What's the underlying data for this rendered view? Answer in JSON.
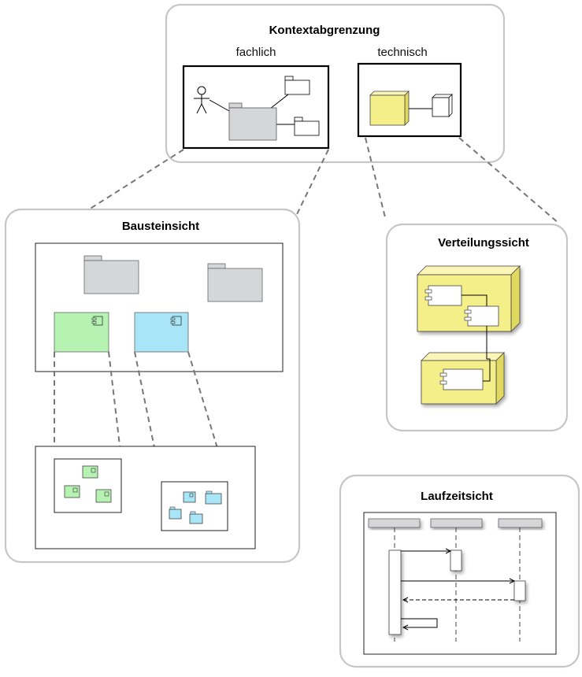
{
  "context": {
    "title": "Kontextabgrenzung",
    "functional_label": "fachlich",
    "technical_label": "technisch"
  },
  "building_block": {
    "title": "Bausteinsicht"
  },
  "deployment": {
    "title": "Verteilungssicht"
  },
  "runtime": {
    "title": "Laufzeitsicht"
  },
  "colors": {
    "gray_package": "#d4d6d7",
    "green_component": "#b6f2b2",
    "blue_component": "#a8e6f7",
    "yellow_node": "#f5ef8a",
    "panel_border": "#c6c6c6",
    "dashed_connector": "#777777"
  }
}
